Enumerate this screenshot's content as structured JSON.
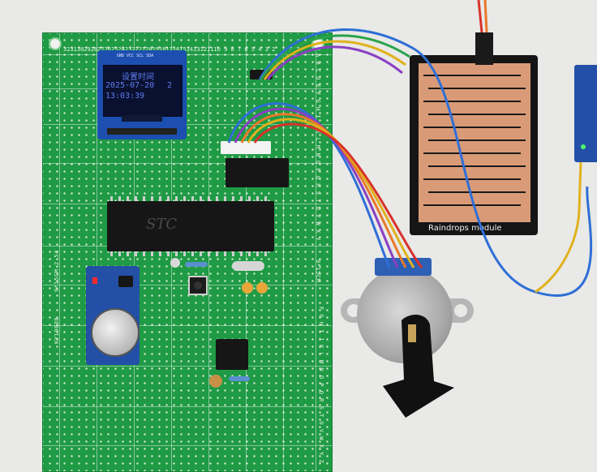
{
  "oled": {
    "header": "设置时间",
    "date": "2025-07-20",
    "weekday": "2",
    "time": "13:03:39",
    "module_label": "GND VCC SCL SDA"
  },
  "board": {
    "top_numbers": "3231302928272625242322212019181716151413121110 9 8 7 6 5 4 3 2",
    "right_letters_top": "A B C D E F G H I J K L M N O P Q R S T U V W X Y",
    "right_letters_bottom": "F G H I J K L M N O P Q R S T U V W X Y Z",
    "left_code": "9*15CM-2.54",
    "left_code2": "KY10038",
    "right_code": "9*15CM"
  },
  "mcu": {
    "label": "STC"
  },
  "rain_sensor": {
    "label": "Raindrops module"
  },
  "colors": {
    "pcb": "#1f9a45",
    "oled_board": "#1c4fb0",
    "oled_text": "#5d7df0",
    "wire_blue": "#2f6fd6",
    "wire_yellow": "#e0b21c",
    "wire_orange": "#e8782a",
    "wire_red": "#d8322c",
    "wire_purple": "#8a3fc2",
    "wire_green": "#2aa34a"
  }
}
